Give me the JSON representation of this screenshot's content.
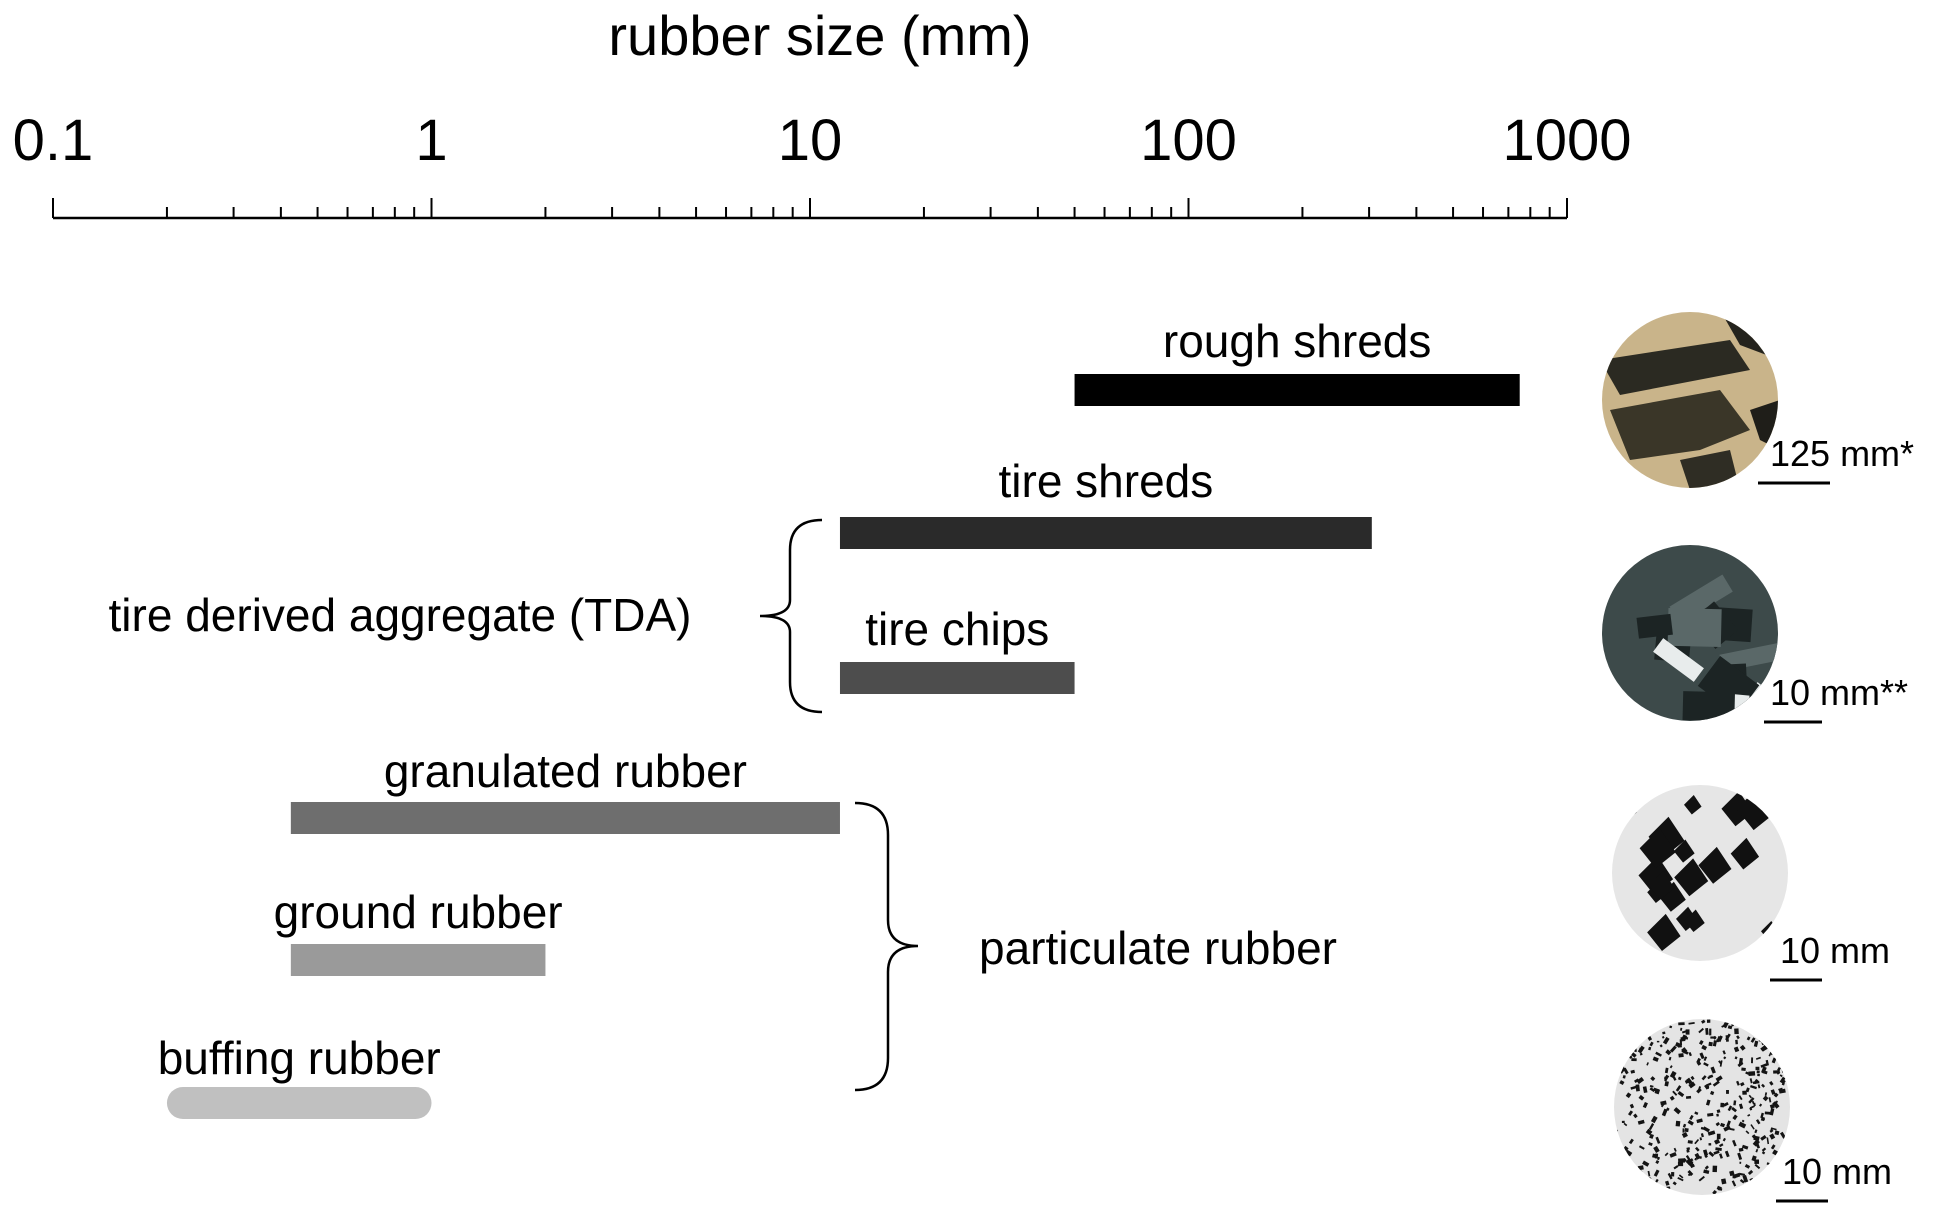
{
  "chart_data": {
    "type": "bar",
    "orientation": "horizontal-range",
    "title": "rubber size (mm)",
    "xlabel": "rubber size (mm)",
    "x_scale": "log",
    "xlim": [
      0.1,
      1000
    ],
    "tick_labels": [
      "0.1",
      "1",
      "10",
      "100",
      "1000"
    ],
    "grid": false,
    "legend": "none",
    "series": [
      {
        "name": "rough shreds",
        "min": 50,
        "max": 750,
        "color": "#000000",
        "rounded": false
      },
      {
        "name": "tire shreds",
        "min": 12,
        "max": 305,
        "color": "#2a2a2a",
        "rounded": false
      },
      {
        "name": "tire chips",
        "min": 12,
        "max": 50,
        "color": "#4d4d4d",
        "rounded": false
      },
      {
        "name": "granulated rubber",
        "min": 0.425,
        "max": 12,
        "color": "#6e6e6e",
        "rounded": false
      },
      {
        "name": "ground rubber",
        "min": 0.425,
        "max": 2,
        "color": "#9a9a9a",
        "rounded": false
      },
      {
        "name": "buffing rubber",
        "min": 0.2,
        "max": 1,
        "color": "#c0c0c0",
        "rounded": true
      }
    ],
    "groups": [
      {
        "label": "tire derived aggregate (TDA)",
        "members": [
          "tire shreds",
          "tire chips"
        ]
      },
      {
        "label": "particulate rubber",
        "members": [
          "granulated rubber",
          "ground rubber",
          "buffing rubber"
        ]
      }
    ],
    "samples": [
      {
        "name": "rough shreds",
        "scale_label": "125 mm*"
      },
      {
        "name": "tire chips",
        "scale_label": "10 mm**"
      },
      {
        "name": "granulated rubber",
        "scale_label": "10 mm"
      },
      {
        "name": "buffing rubber",
        "scale_label": "10 mm"
      }
    ]
  }
}
